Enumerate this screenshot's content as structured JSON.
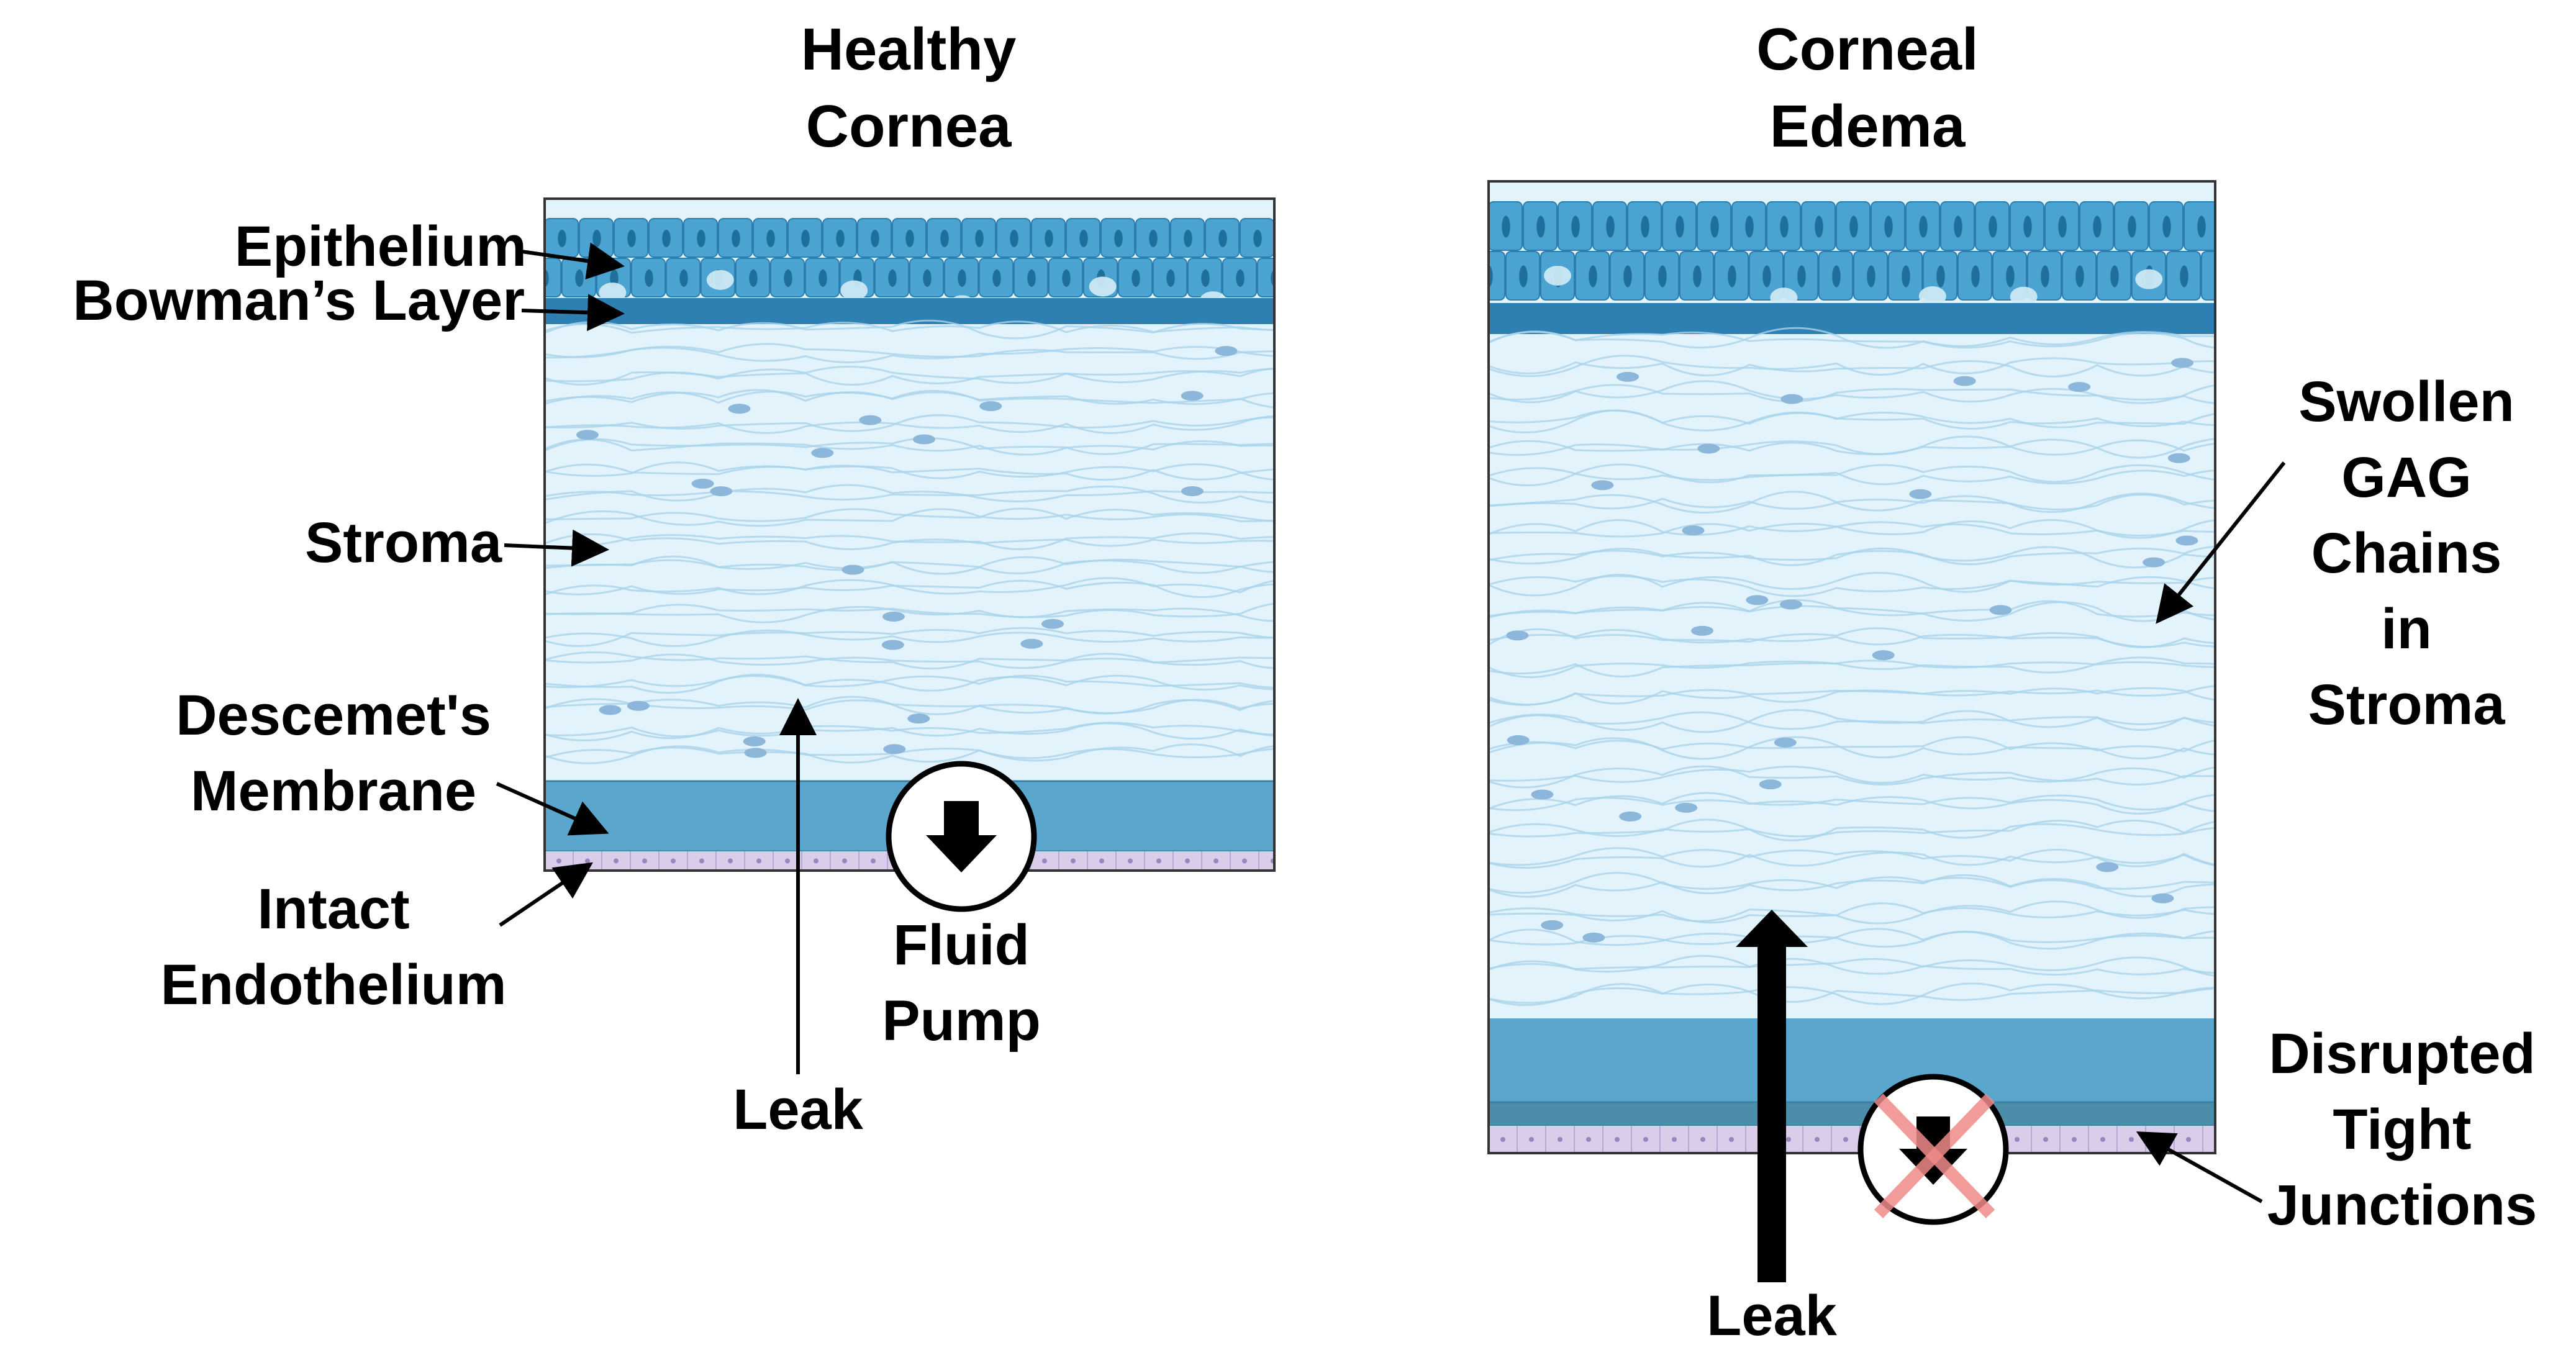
{
  "panels": {
    "healthy": {
      "title_line1": "Healthy",
      "title_line2": "Cornea"
    },
    "edema": {
      "title_line1": "Corneal",
      "title_line2": "Edema"
    }
  },
  "labels": {
    "epithelium": "Epithelium",
    "bowmans_layer": "Bowman’s Layer",
    "stroma": "Stroma",
    "descemets_line1": "Descemet's",
    "descemets_line2": "Membrane",
    "endothelium_line1": "Intact",
    "endothelium_line2": "Endothelium",
    "leak_healthy": "Leak",
    "pump_line1": "Fluid",
    "pump_line2": "Pump",
    "swollen_line1": "Swollen",
    "swollen_line2": "GAG",
    "swollen_line3": "Chains",
    "swollen_line4": "in",
    "swollen_line5": "Stroma",
    "disrupted_line1": "Disrupted",
    "disrupted_line2": "Tight",
    "disrupted_line3": "Junctions",
    "leak_edema": "Leak"
  },
  "colors": {
    "epithelium_cell": "#4aa3d0",
    "epithelium_outline": "#2b7fae",
    "bowman": "#2e7fb2",
    "stroma_bg": "#e3f3fb",
    "stroma_fiber": "#a9d3eb",
    "keratocyte": "#8cb6da",
    "descemet": "#5aa6cd",
    "endothelium": "#d9cde9",
    "pump_cross": "#f08a8a"
  }
}
